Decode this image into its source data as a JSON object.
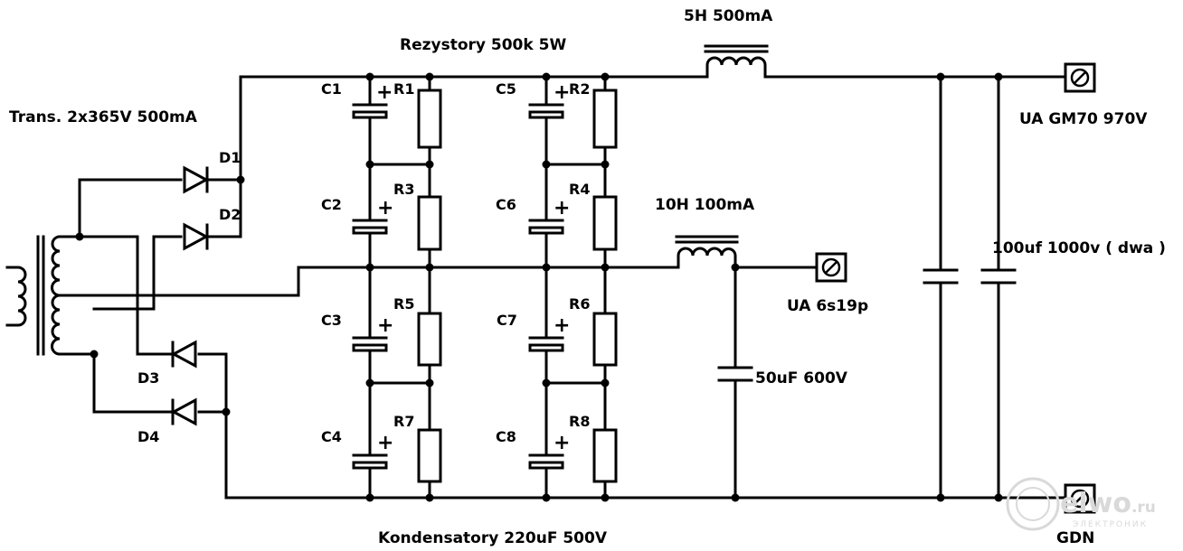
{
  "labels": {
    "transformer": "Trans. 2x365V 500mA",
    "resistors_note": "Rezystory 500k 5W",
    "capacitors_note": "Kondensatory 220uF 500V",
    "choke_main": "5H 500mA",
    "choke_aux": "10H 100mA",
    "cap_filter": "100uf 1000v ( dwa )",
    "cap_aux": "50uF 600V",
    "out_main": "UA GM70 970V",
    "out_aux": "UA 6s19p",
    "ground": "GDN"
  },
  "components": {
    "diodes": [
      "D1",
      "D2",
      "D3",
      "D4"
    ],
    "capacitors": [
      "C1",
      "C2",
      "C3",
      "C4",
      "C5",
      "C6",
      "C7",
      "C8"
    ],
    "resistors": [
      "R1",
      "R2",
      "R3",
      "R4",
      "R5",
      "R6",
      "R7",
      "R8"
    ],
    "polarity_mark": "+"
  },
  "watermark": {
    "brand": "elwo",
    "tld": ".ru",
    "tagline": "ЭЛЕКТРОНИК"
  },
  "colors": {
    "ink": "#000000",
    "background": "#ffffff",
    "watermark": "#d9d9d9"
  }
}
